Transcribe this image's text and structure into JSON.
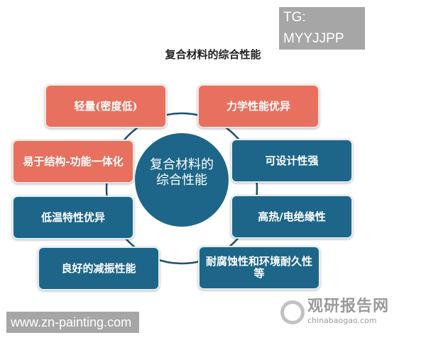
{
  "watermarks": {
    "top_right": "TG: MYYJJPP",
    "bottom_left": "www.zn-painting.com",
    "center_brand": "观研报告网",
    "center_url": "chinabaogao.com"
  },
  "title": "复合材料的综合性能",
  "center": {
    "line1": "复合材料的",
    "line2": "综合性能"
  },
  "colors": {
    "highlight": "#e8705f",
    "primary": "#1d6689"
  },
  "properties": [
    {
      "label": "轻量(密度低)",
      "style": "highlight"
    },
    {
      "label": "力学性能优异",
      "style": "highlight"
    },
    {
      "label": "易于结构-功能一体化",
      "style": "highlight"
    },
    {
      "label": "可设计性强",
      "style": "primary"
    },
    {
      "label": "低温特性优异",
      "style": "primary"
    },
    {
      "label": "高热/电绝缘性",
      "style": "primary"
    },
    {
      "label": "良好的减振性能",
      "style": "primary"
    },
    {
      "label": "耐腐蚀性和环境耐久性等",
      "style": "primary"
    }
  ]
}
